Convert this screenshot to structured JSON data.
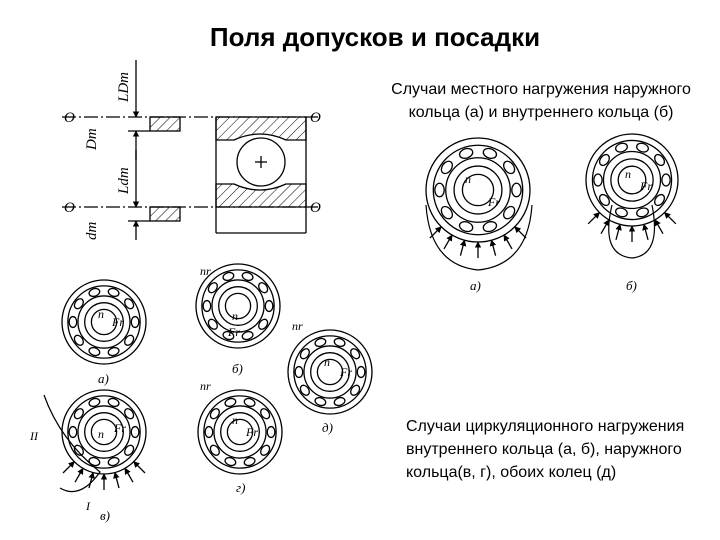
{
  "title": "Поля допусков и посадки",
  "captions": {
    "local": "Случаи местного нагружения наружного кольца (а) и внутреннего кольца (б)",
    "circulation": "Случаи циркуляционного нагружения внутреннего кольца (а, б), наружного кольца(в, г), обоих колец (д)"
  },
  "section_drawing": {
    "labels": {
      "D_m": "Dm",
      "LD_m": "LDm",
      "d_m": "dm",
      "Ld_m": "Ldm",
      "axis": "O"
    }
  },
  "figure_labels": {
    "a": "а)",
    "b": "б)",
    "v": "в)",
    "g": "г)",
    "d": "д)",
    "n": "n",
    "n_r": "nr",
    "F_r": "Fr",
    "roman_I": "I",
    "roman_II": "II"
  },
  "colors": {
    "ink": "#000000",
    "background": "#ffffff"
  }
}
